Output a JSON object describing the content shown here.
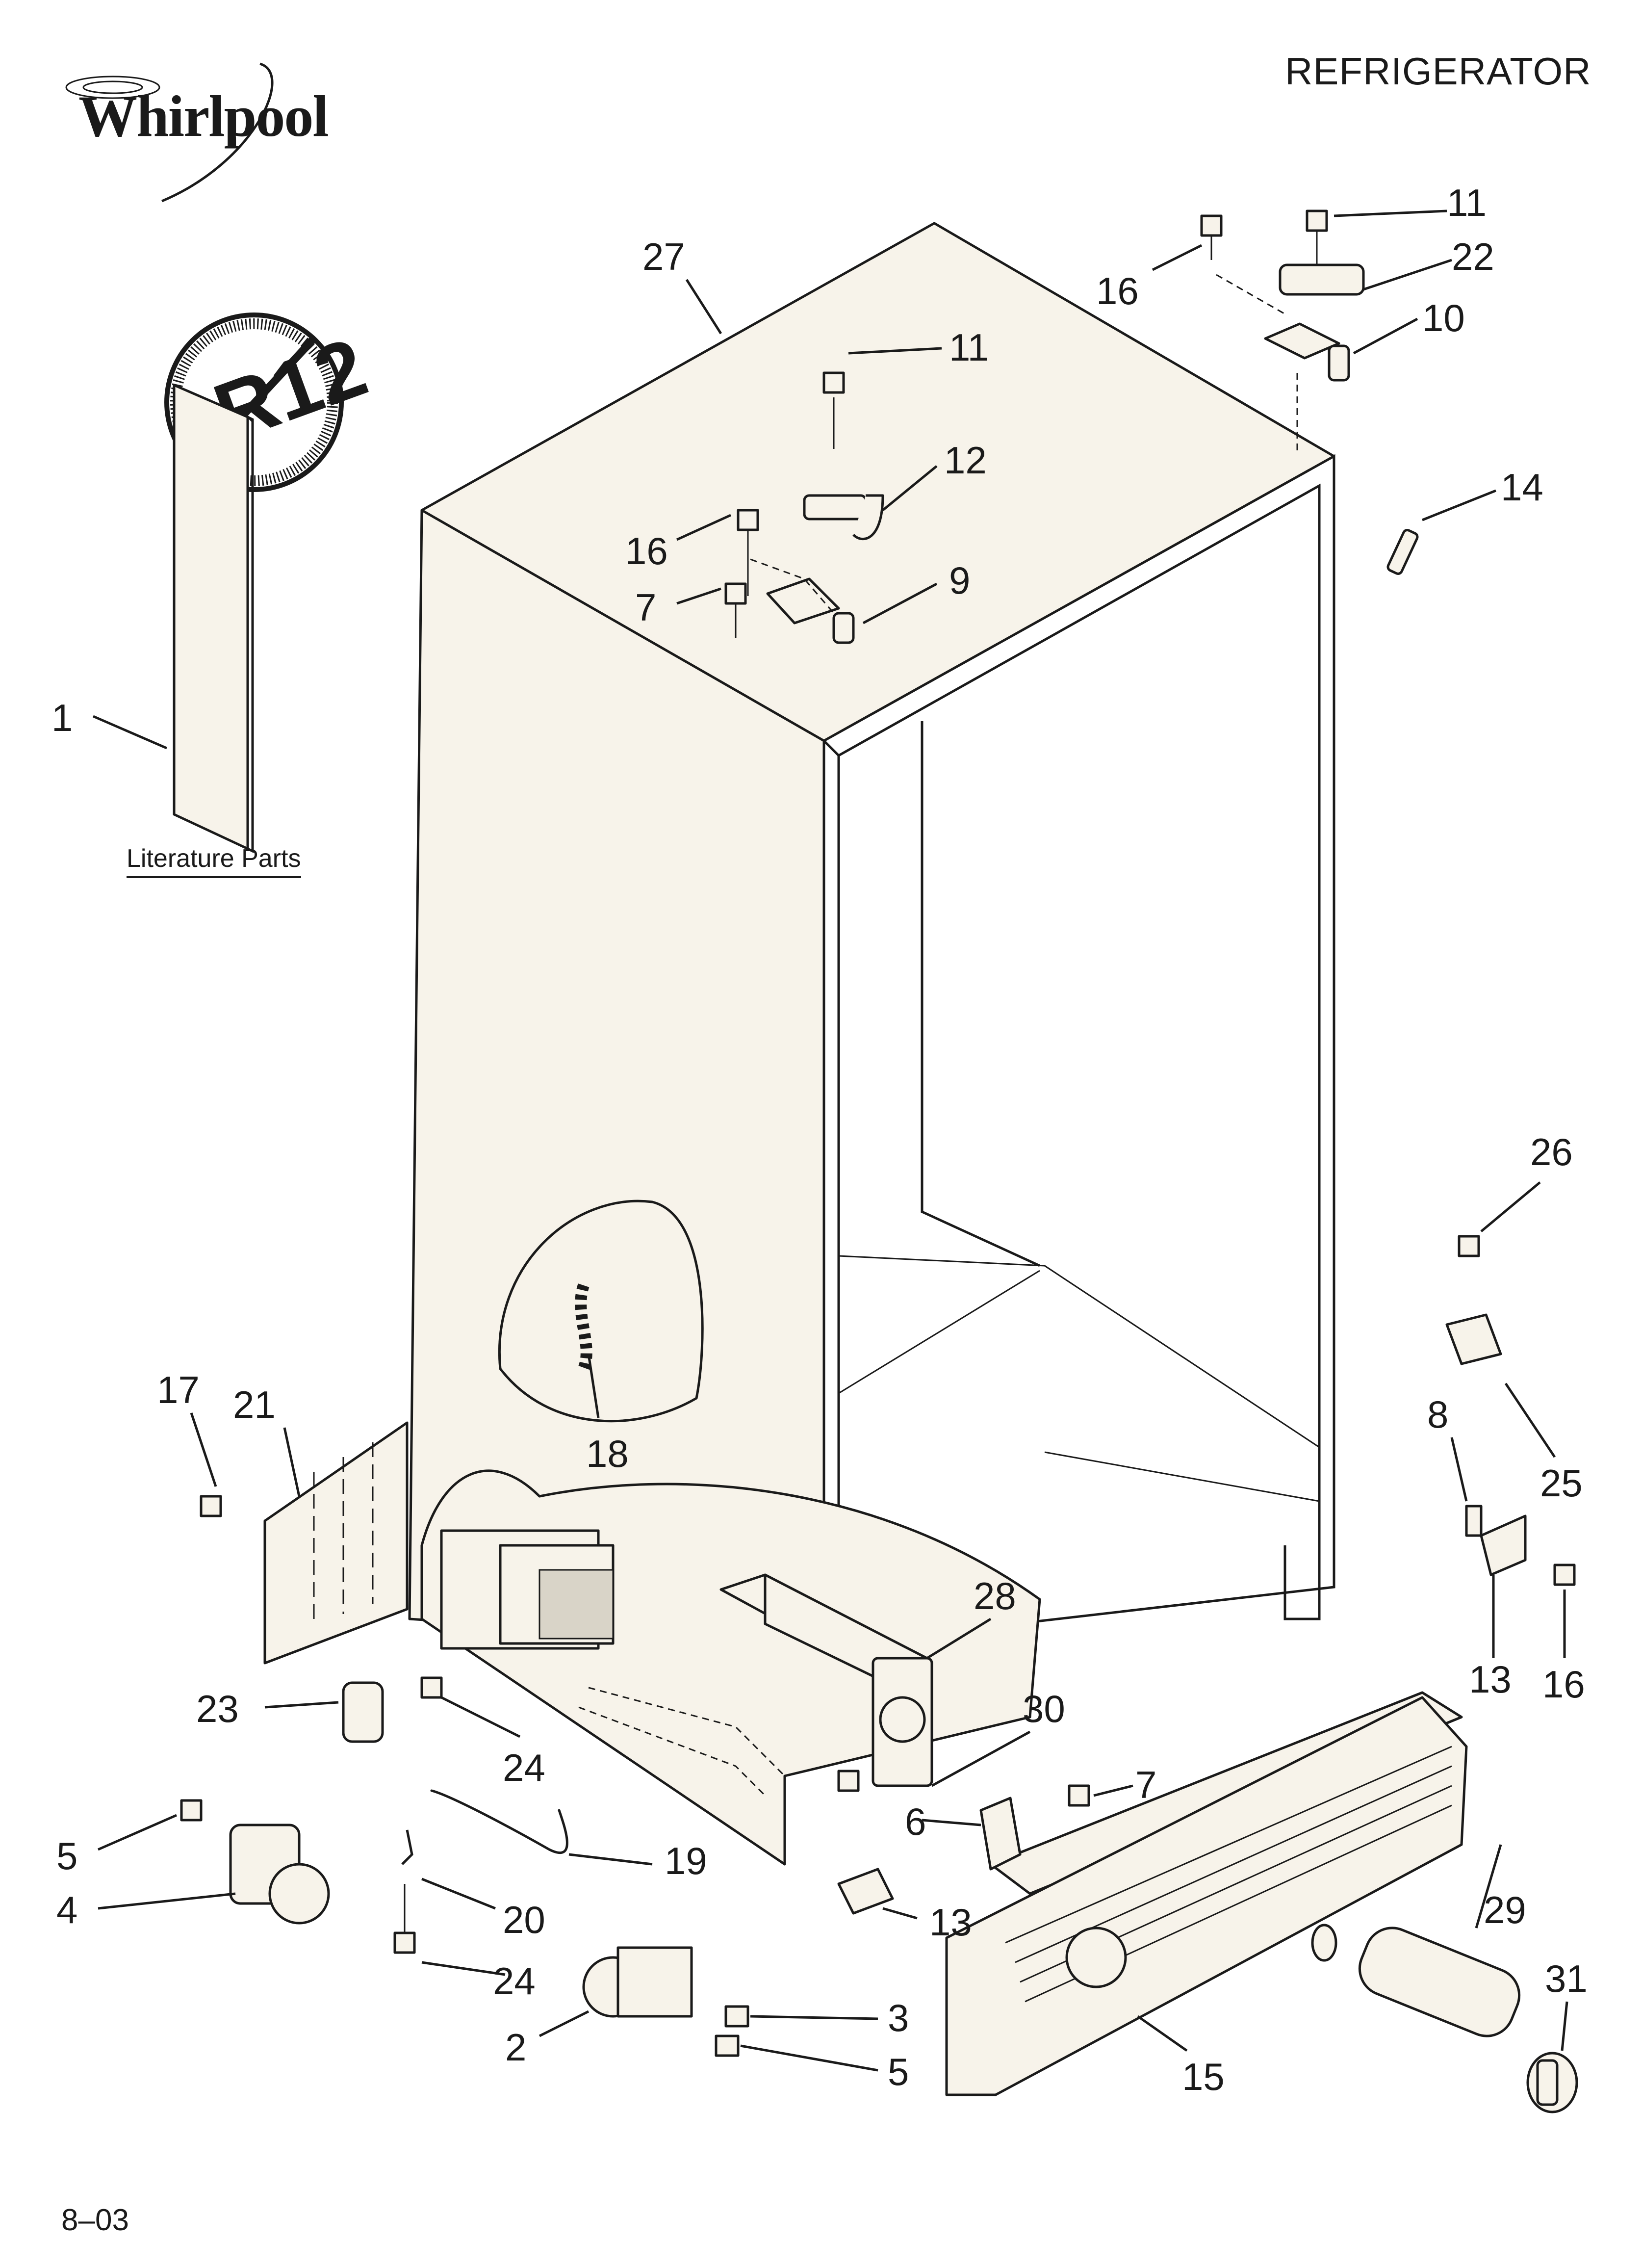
{
  "header": {
    "brand": "Whirlpool",
    "title": "REFRIGERATOR"
  },
  "badge": {
    "text": "R12",
    "meaning": "no-R12-symbol"
  },
  "literature": {
    "label": "Literature Parts"
  },
  "footer": {
    "code": "8–03"
  },
  "callouts": [
    {
      "id": "c27",
      "text": "27"
    },
    {
      "id": "c11a",
      "text": "11"
    },
    {
      "id": "c16a",
      "text": "16"
    },
    {
      "id": "c22",
      "text": "22"
    },
    {
      "id": "c10",
      "text": "10"
    },
    {
      "id": "c11b",
      "text": "11"
    },
    {
      "id": "c12",
      "text": "12"
    },
    {
      "id": "c14",
      "text": "14"
    },
    {
      "id": "c16b",
      "text": "16"
    },
    {
      "id": "c7a",
      "text": "7"
    },
    {
      "id": "c9",
      "text": "9"
    },
    {
      "id": "c1",
      "text": "1"
    },
    {
      "id": "c26",
      "text": "26"
    },
    {
      "id": "c17",
      "text": "17"
    },
    {
      "id": "c21",
      "text": "21"
    },
    {
      "id": "c18",
      "text": "18"
    },
    {
      "id": "c8",
      "text": "8"
    },
    {
      "id": "c25",
      "text": "25"
    },
    {
      "id": "c28",
      "text": "28"
    },
    {
      "id": "c13a",
      "text": "13"
    },
    {
      "id": "c16c",
      "text": "16"
    },
    {
      "id": "c23",
      "text": "23"
    },
    {
      "id": "c30",
      "text": "30"
    },
    {
      "id": "c24a",
      "text": "24"
    },
    {
      "id": "c7b",
      "text": "7"
    },
    {
      "id": "c6",
      "text": "6"
    },
    {
      "id": "c5a",
      "text": "5"
    },
    {
      "id": "c19",
      "text": "19"
    },
    {
      "id": "c4",
      "text": "4"
    },
    {
      "id": "c20",
      "text": "20"
    },
    {
      "id": "c13b",
      "text": "13"
    },
    {
      "id": "c29",
      "text": "29"
    },
    {
      "id": "c24b",
      "text": "24"
    },
    {
      "id": "c31",
      "text": "31"
    },
    {
      "id": "c3",
      "text": "3"
    },
    {
      "id": "c2",
      "text": "2"
    },
    {
      "id": "c5b",
      "text": "5"
    },
    {
      "id": "c15",
      "text": "15"
    }
  ]
}
